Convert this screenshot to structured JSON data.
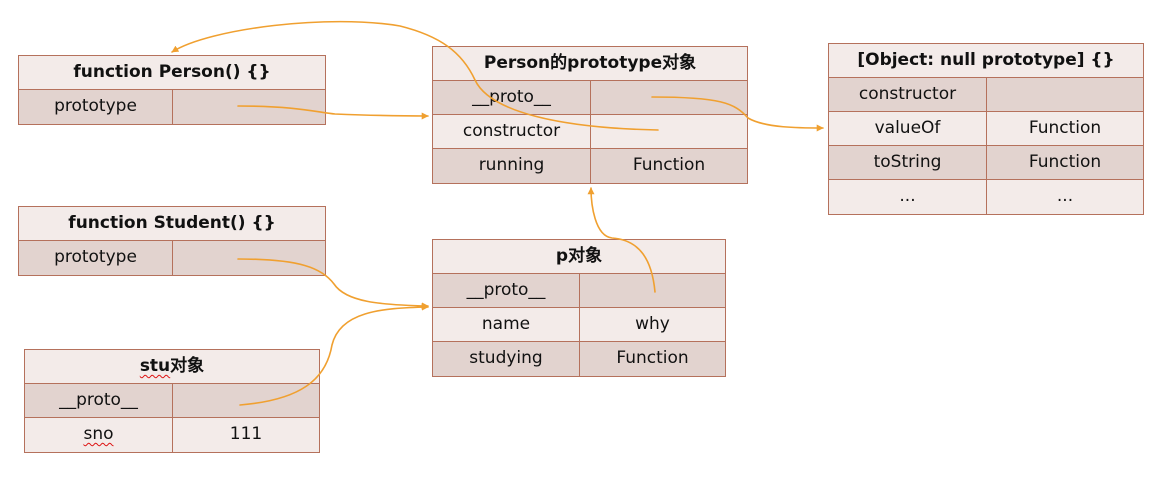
{
  "person_fn": {
    "title": "function Person() {}",
    "rows": [
      {
        "key": "prototype",
        "value": ""
      }
    ]
  },
  "person_proto": {
    "title": "Person的prototype对象",
    "rows": [
      {
        "key": "__proto__",
        "value": ""
      },
      {
        "key": "constructor",
        "value": ""
      },
      {
        "key": "running",
        "value": "Function"
      }
    ]
  },
  "object_proto": {
    "title": "[Object: null prototype] {}",
    "rows": [
      {
        "key": "constructor",
        "value": ""
      },
      {
        "key": "valueOf",
        "value": "Function"
      },
      {
        "key": "toString",
        "value": "Function"
      },
      {
        "key": "...",
        "value": "..."
      }
    ]
  },
  "student_fn": {
    "title": "function Student() {}",
    "rows": [
      {
        "key": "prototype",
        "value": ""
      }
    ]
  },
  "p_obj": {
    "title": "p对象",
    "rows": [
      {
        "key": "__proto__",
        "value": ""
      },
      {
        "key": "name",
        "value": "why"
      },
      {
        "key": "studying",
        "value": "Function"
      }
    ]
  },
  "stu_obj": {
    "title_prefix": "stu",
    "title_suffix": "对象",
    "rows": [
      {
        "key": "__proto__",
        "value": ""
      },
      {
        "key": "sno",
        "value": "111"
      }
    ]
  },
  "colors": {
    "arrow": "#f0a030",
    "border": "#b5715c",
    "header_bg": "#f3ebe9",
    "row_dark": "#e2d3cf",
    "row_light": "#f3ebe9"
  }
}
